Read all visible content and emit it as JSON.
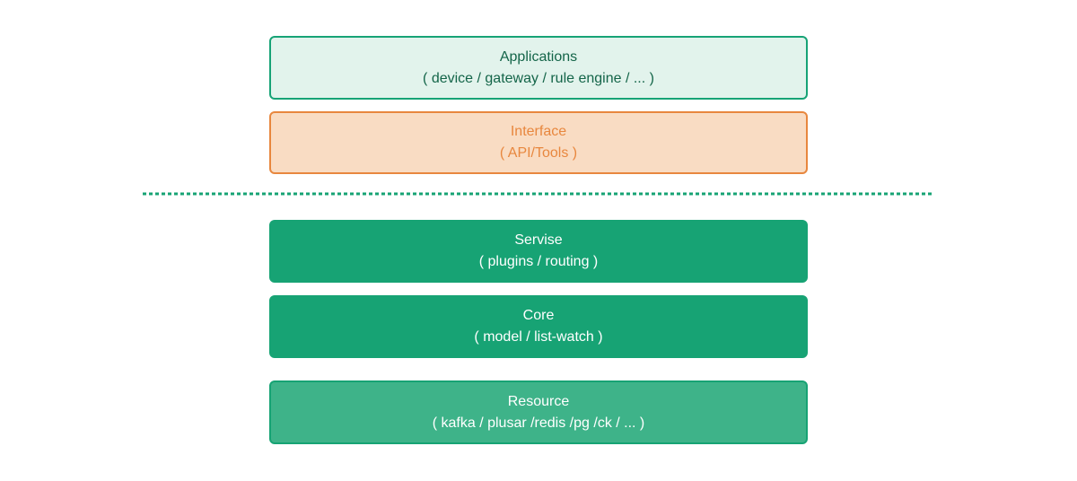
{
  "diagram": {
    "layers": [
      {
        "id": "applications",
        "title": "Applications",
        "subtitle": "( device / gateway / rule engine / ... )"
      },
      {
        "id": "interface",
        "title": "Interface",
        "subtitle": "( API/Tools )"
      },
      {
        "id": "servise",
        "title": "Servise",
        "subtitle": "( plugins / routing )"
      },
      {
        "id": "core",
        "title": "Core",
        "subtitle": "( model / list-watch )"
      },
      {
        "id": "resource",
        "title": "Resource",
        "subtitle": "( kafka / plusar /redis /pg /ck / ... )"
      }
    ],
    "colors": {
      "applications_fill": "#e2f3ec",
      "applications_border": "#17a376",
      "applications_text": "#146549",
      "interface_fill": "#f9dcc3",
      "interface_accent": "#e8873e",
      "solid_green": "#17a374",
      "resource_fill": "#3eb389",
      "divider_green": "#17a374",
      "box_text_white": "#ffffff",
      "page_background": "#ffffff"
    }
  }
}
